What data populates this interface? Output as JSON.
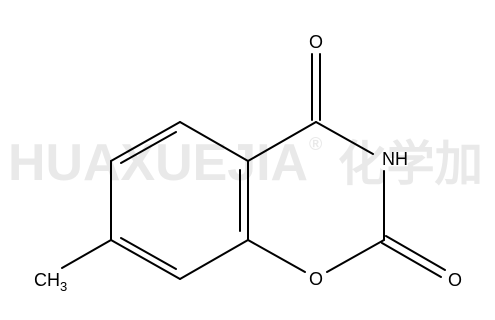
{
  "watermark": {
    "latin": "HUAXUEJIA",
    "registered": "®",
    "chinese": "化学加"
  },
  "atoms": {
    "carbonyl_o_top": "O",
    "nh": "NH",
    "ring_o": "O",
    "carbonyl_o_right": "O",
    "methyl_main": "CH",
    "methyl_sub": "3"
  }
}
